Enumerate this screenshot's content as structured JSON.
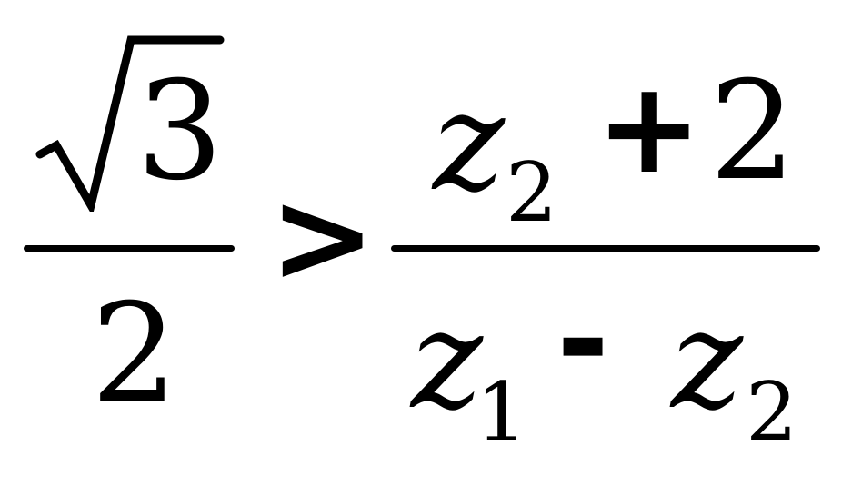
{
  "equation": {
    "lhs": {
      "numerator": {
        "radical_symbol": "√",
        "radicand": "3"
      },
      "denominator": "2"
    },
    "relation": ">",
    "rhs": {
      "numerator": {
        "var": "z",
        "sub": "2",
        "op": "+",
        "term": "2"
      },
      "denominator": {
        "var1": "z",
        "sub1": "1",
        "op": "-",
        "var2": "z",
        "sub2": "2"
      }
    }
  }
}
